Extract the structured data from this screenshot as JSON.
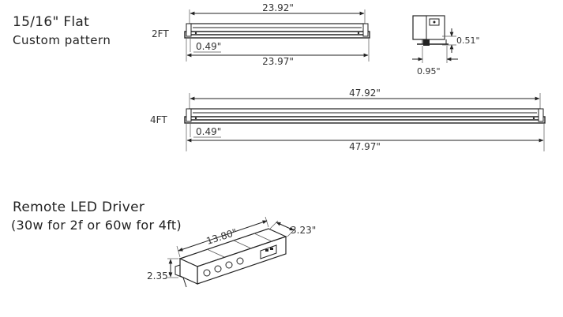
{
  "title": "15/16\" Flat",
  "subtitle": "Custom pattern",
  "fixture_2ft": {
    "label": "2FT",
    "top_length": "23.92\"",
    "bottom_length": "23.97\"",
    "lip": "0.49\""
  },
  "profile": {
    "height": "0.51\"",
    "width": "0.95\""
  },
  "fixture_4ft": {
    "label": "4FT",
    "top_length": "47.92\"",
    "bottom_length": "47.97\"",
    "lip": "0.49\""
  },
  "driver": {
    "title": "Remote LED Driver",
    "note": "(30w for 2f or 60w for 4ft)",
    "length": "13.80\"",
    "depth": "3.23\"",
    "height": "2.35\""
  }
}
